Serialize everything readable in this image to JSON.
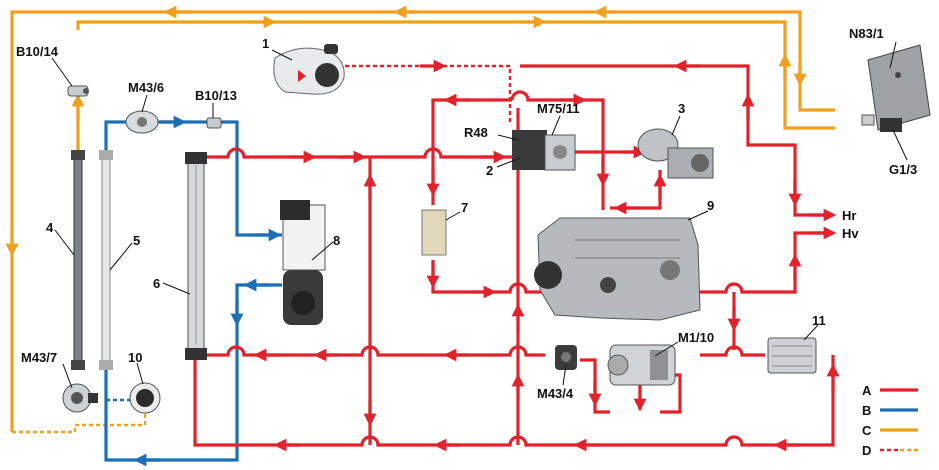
{
  "labels": {
    "l1": "1",
    "l2": "2",
    "l3": "3",
    "l4": "4",
    "l5": "5",
    "l6": "6",
    "l7": "7",
    "l8": "8",
    "l9": "9",
    "l10": "10",
    "l11": "11",
    "b10_14": "B10/14",
    "m43_6": "M43/6",
    "b10_13": "B10/13",
    "m75_11": "M75/11",
    "r48": "R48",
    "n83_1": "N83/1",
    "g1_3": "G1/3",
    "hr": "Hr",
    "hv": "Hv",
    "m43_7": "M43/7",
    "m1_10": "M1/10",
    "m43_4": "M43/4"
  },
  "legend": {
    "a": "A",
    "b": "B",
    "c": "C",
    "d": "D",
    "colors": {
      "a": "#e1222b",
      "b": "#1a6fb5",
      "c": "#f0a01e",
      "d": "#e1222b"
    }
  }
}
